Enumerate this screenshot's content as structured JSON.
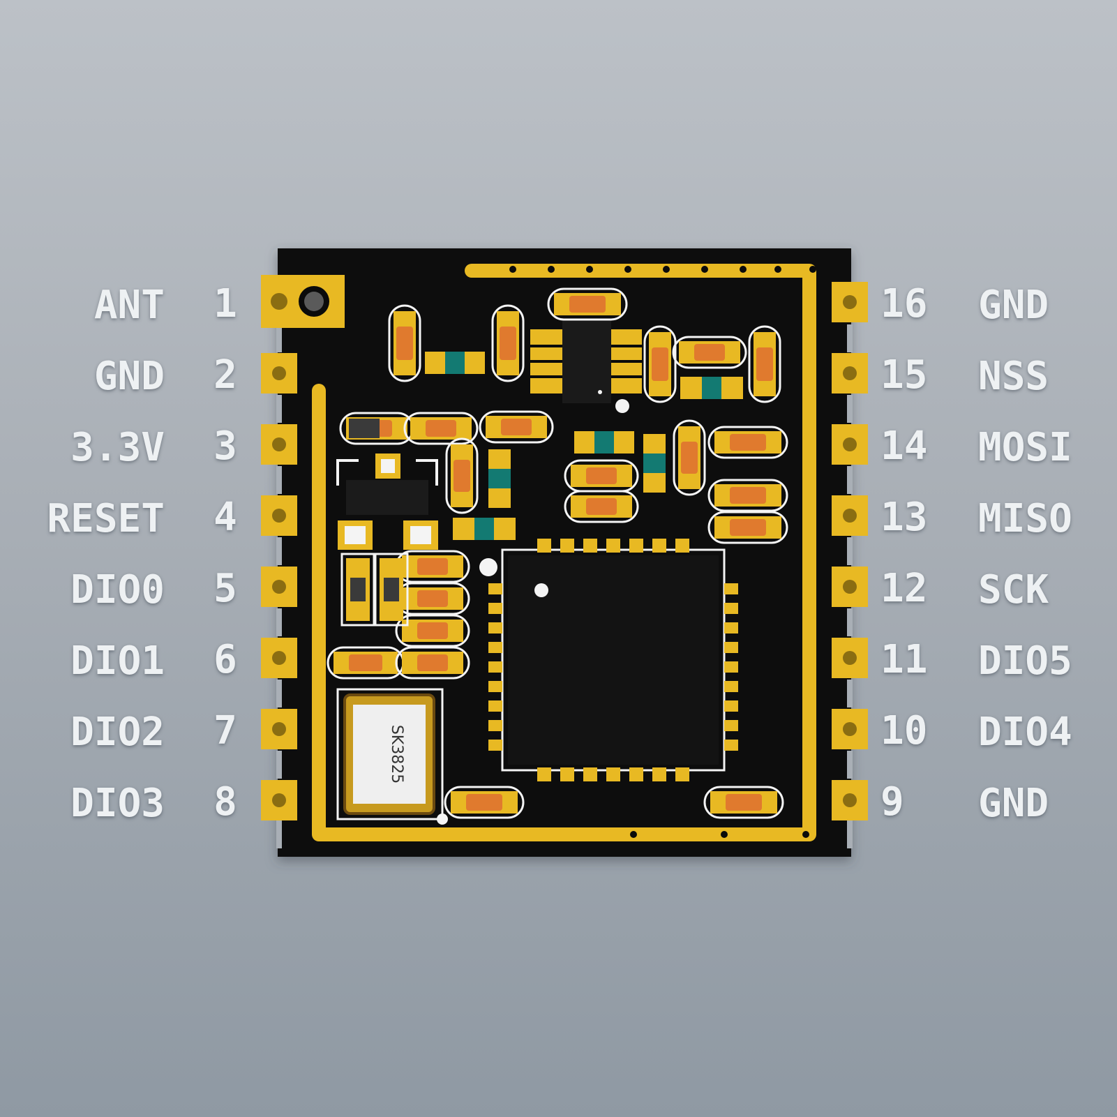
{
  "module": {
    "crystal_marking": "SK3825",
    "colors": {
      "board": "#0b0b0b",
      "copper": "#e8b923",
      "silkscreen": "#f4f4f4",
      "resistor_body": "#e07a2e",
      "capacitor_body": "#137a72",
      "chip": "#131313"
    }
  },
  "pins_left": [
    {
      "number": "1",
      "name": "ANT"
    },
    {
      "number": "2",
      "name": "GND"
    },
    {
      "number": "3",
      "name": "3.3V"
    },
    {
      "number": "4",
      "name": "RESET"
    },
    {
      "number": "5",
      "name": "DIO0"
    },
    {
      "number": "6",
      "name": "DIO1"
    },
    {
      "number": "7",
      "name": "DIO2"
    },
    {
      "number": "8",
      "name": "DIO3"
    }
  ],
  "pins_right": [
    {
      "number": "16",
      "name": "GND"
    },
    {
      "number": "15",
      "name": "NSS"
    },
    {
      "number": "14",
      "name": "MOSI"
    },
    {
      "number": "13",
      "name": "MISO"
    },
    {
      "number": "12",
      "name": "SCK"
    },
    {
      "number": "11",
      "name": "DIO5"
    },
    {
      "number": "10",
      "name": "DIO4"
    },
    {
      "number": "9",
      "name": "GND"
    }
  ]
}
